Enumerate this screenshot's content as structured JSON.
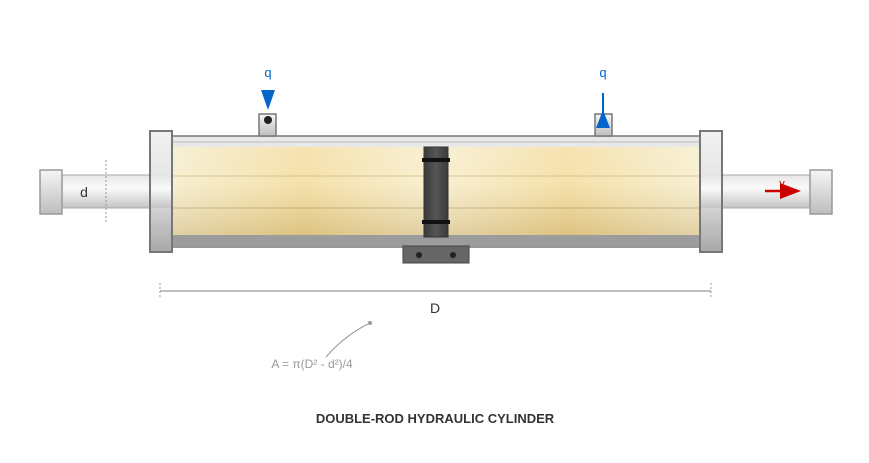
{
  "labels": {
    "flow_in": "q",
    "flow_out": "q",
    "rod_diameter": "d",
    "velocity": "v",
    "bore_diameter": "D",
    "area_formula": "A = π(D² - d²)/4",
    "title": "DOUBLE-ROD HYDRAULIC CYLINDER"
  },
  "colors": {
    "flow": "#0066cc",
    "velocity": "#cc0000",
    "fluid": "#f0d890",
    "metal": "#dddddd",
    "piston": "#444444"
  }
}
